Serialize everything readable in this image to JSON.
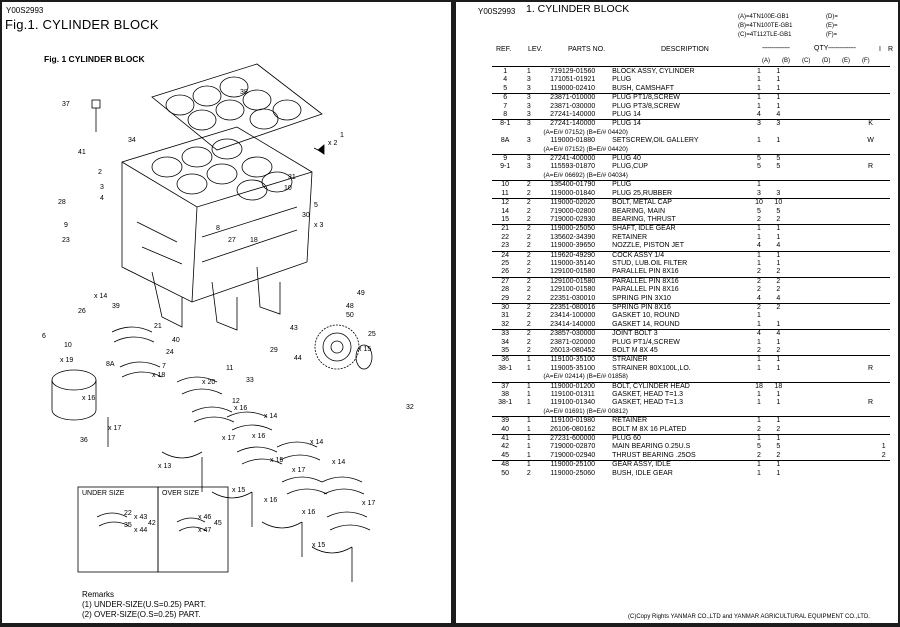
{
  "left": {
    "code": "Y00S2993",
    "title": "Fig.1.  CYLINDER BLOCK",
    "figure_title": "Fig. 1   CYLINDER BLOCK",
    "callouts": [
      "37",
      "38",
      "34",
      "41",
      "2",
      "1",
      "x 2",
      "3",
      "31",
      "10",
      "4",
      "28",
      "5",
      "30",
      "x 3",
      "9",
      "23",
      "8",
      "27",
      "18",
      "6",
      "10",
      "x 19",
      "x 16",
      "x 17",
      "36",
      "x 13",
      "12",
      "x 14",
      "x 15",
      "x 16",
      "x 14",
      "x 17",
      "x 16",
      "x 14",
      "x 15",
      "x 14",
      "39",
      "25",
      "26",
      "21",
      "40",
      "24",
      "32",
      "22",
      "35",
      "43",
      "44",
      "29",
      "33",
      "11",
      "8A",
      "7",
      "x 18",
      "x 20",
      "x 16",
      "x 17",
      "x 15",
      "x 17",
      "x 16",
      "x 15",
      "50",
      "49",
      "48",
      "20"
    ],
    "under_size": {
      "label": "UNDER SIZE",
      "items": [
        "x 43",
        "x 44",
        "42"
      ]
    },
    "over_size": {
      "label": "OVER SIZE",
      "items": [
        "x 46",
        "x 47",
        "45"
      ]
    },
    "remarks": {
      "title": "Remarks",
      "lines": [
        "(1) UNDER-SIZE(U.S=0.25) PART.",
        "(2) OVER-SIZE(O.S=0.25) PART."
      ]
    }
  },
  "right": {
    "code": "Y00S2993",
    "title": "1.  CYLINDER BLOCK",
    "models": [
      "(A)=4TN100E-GB1",
      "(B)=4TN100TE-GB1",
      "(C)=4T112TLE-GB1"
    ],
    "model_blanks": [
      "(D)=",
      "(E)=",
      "(F)="
    ],
    "headers": {
      "ref": "REF.",
      "lev": "LEV.",
      "pno": "PARTS NO.",
      "desc": "DESCRIPTION",
      "qty": "QTY",
      "i": "I",
      "r": "R"
    },
    "qty_cols": [
      "(A)",
      "(B)",
      "(C)",
      "(D)",
      "(E)",
      "(F)"
    ],
    "rows": [
      {
        "ref": "1",
        "lev": "1",
        "pno": "719129-01560",
        "desc": "BLOCK ASSY, CYLINDER",
        "a": "1",
        "b": "1",
        "i": "",
        "r": ""
      },
      {
        "ref": "4",
        "lev": "3",
        "pno": "171051-01921",
        "desc": "PLUG",
        "a": "1",
        "b": "1",
        "i": "",
        "r": ""
      },
      {
        "ref": "5",
        "lev": "3",
        "pno": "119000-02410",
        "desc": "BUSH, CAMSHAFT",
        "a": "1",
        "b": "1",
        "i": "",
        "r": ""
      },
      {
        "ref": "6",
        "lev": "3",
        "pno": "23871-010000",
        "desc": "PLUG PT1/8,SCREW",
        "a": "1",
        "b": "1",
        "i": "",
        "r": "",
        "g": 1
      },
      {
        "ref": "7",
        "lev": "3",
        "pno": "23871-030000",
        "desc": "PLUG PT3/8,SCREW",
        "a": "1",
        "b": "1",
        "i": "",
        "r": ""
      },
      {
        "ref": "8",
        "lev": "3",
        "pno": "27241-140000",
        "desc": "PLUG 14",
        "a": "4",
        "b": "4",
        "i": "",
        "r": ""
      },
      {
        "ref": "8-1",
        "lev": "3",
        "pno": "27241-140000",
        "desc": "PLUG 14",
        "a": "3",
        "b": "3",
        "i": "K",
        "r": "",
        "g": 1
      },
      {
        "note": "(A=E/# 07152)              (B=E/# 04420)"
      },
      {
        "ref": "8A",
        "lev": "3",
        "pno": "119000-01880",
        "desc": "SETSCREW,OIL GALLERY",
        "a": "1",
        "b": "1",
        "i": "W",
        "r": ""
      },
      {
        "note": "(A=E/# 07152)              (B=E/# 04420)"
      },
      {
        "ref": "9",
        "lev": "3",
        "pno": "27241-400000",
        "desc": "PLUG 40",
        "a": "5",
        "b": "5",
        "i": "",
        "r": "",
        "g": 1
      },
      {
        "ref": "9-1",
        "lev": "3",
        "pno": "115593-01870",
        "desc": "PLUG,CUP",
        "a": "5",
        "b": "5",
        "i": "R",
        "r": ""
      },
      {
        "note": "(A=E/# 06692)              (B=E/# 04034)"
      },
      {
        "ref": "10",
        "lev": "2",
        "pno": "135400-01790",
        "desc": "PLUG",
        "a": "1",
        "b": "",
        "i": "",
        "r": "",
        "g": 1
      },
      {
        "ref": "11",
        "lev": "2",
        "pno": "119000-01840",
        "desc": "PLUG 25,RUBBER",
        "a": "3",
        "b": "3",
        "i": "",
        "r": ""
      },
      {
        "ref": "12",
        "lev": "2",
        "pno": "119000-02020",
        "desc": "BOLT, METAL CAP",
        "a": "10",
        "b": "10",
        "i": "",
        "r": "",
        "g": 1
      },
      {
        "ref": "14",
        "lev": "2",
        "pno": "719000-02800",
        "desc": "BEARING, MAIN",
        "a": "5",
        "b": "5",
        "i": "",
        "r": ""
      },
      {
        "ref": "15",
        "lev": "2",
        "pno": "719000-02930",
        "desc": "BEARING, THRUST",
        "a": "2",
        "b": "2",
        "i": "",
        "r": ""
      },
      {
        "ref": "21",
        "lev": "2",
        "pno": "119000-25050",
        "desc": "SHAFT, IDLE GEAR",
        "a": "1",
        "b": "1",
        "i": "",
        "r": "",
        "g": 1
      },
      {
        "ref": "22",
        "lev": "2",
        "pno": "135602-34390",
        "desc": "RETAINER",
        "a": "1",
        "b": "1",
        "i": "",
        "r": ""
      },
      {
        "ref": "23",
        "lev": "2",
        "pno": "119000-39650",
        "desc": "NOZZLE, PISTON JET",
        "a": "4",
        "b": "4",
        "i": "",
        "r": ""
      },
      {
        "ref": "24",
        "lev": "2",
        "pno": "119620-49290",
        "desc": "COCK ASSY 1/4",
        "a": "1",
        "b": "1",
        "i": "",
        "r": "",
        "g": 1
      },
      {
        "ref": "25",
        "lev": "2",
        "pno": "119000-35140",
        "desc": "STUD, LUB.OIL FILTER",
        "a": "1",
        "b": "1",
        "i": "",
        "r": ""
      },
      {
        "ref": "26",
        "lev": "2",
        "pno": "129100-01580",
        "desc": "PARALLEL PIN 8X16",
        "a": "2",
        "b": "2",
        "i": "",
        "r": ""
      },
      {
        "ref": "27",
        "lev": "2",
        "pno": "129100-01580",
        "desc": "PARALLEL PIN 8X16",
        "a": "2",
        "b": "2",
        "i": "",
        "r": "",
        "g": 1
      },
      {
        "ref": "28",
        "lev": "2",
        "pno": "129100-01580",
        "desc": "PARALLEL PIN 8X16",
        "a": "2",
        "b": "2",
        "i": "",
        "r": ""
      },
      {
        "ref": "29",
        "lev": "2",
        "pno": "22351-030010",
        "desc": "SPRING PIN 3X10",
        "a": "4",
        "b": "4",
        "i": "",
        "r": ""
      },
      {
        "ref": "30",
        "lev": "2",
        "pno": "22351-080016",
        "desc": "SPRING PIN 8X16",
        "a": "2",
        "b": "2",
        "i": "",
        "r": "",
        "g": 1
      },
      {
        "ref": "31",
        "lev": "2",
        "pno": "23414-100000",
        "desc": "GASKET 10, ROUND",
        "a": "1",
        "b": "",
        "i": "",
        "r": ""
      },
      {
        "ref": "32",
        "lev": "2",
        "pno": "23414-140000",
        "desc": "GASKET 14, ROUND",
        "a": "1",
        "b": "1",
        "i": "",
        "r": ""
      },
      {
        "ref": "33",
        "lev": "2",
        "pno": "23857-030000",
        "desc": "JOINT BOLT  3",
        "a": "4",
        "b": "4",
        "i": "",
        "r": "",
        "g": 1
      },
      {
        "ref": "34",
        "lev": "2",
        "pno": "23871-020000",
        "desc": "PLUG PT1/4,SCREW",
        "a": "1",
        "b": "1",
        "i": "",
        "r": ""
      },
      {
        "ref": "35",
        "lev": "2",
        "pno": "26013-080452",
        "desc": "BOLT M 8X 45",
        "a": "2",
        "b": "2",
        "i": "",
        "r": ""
      },
      {
        "ref": "36",
        "lev": "1",
        "pno": "119100-35100",
        "desc": "STRAINER",
        "a": "1",
        "b": "1",
        "i": "",
        "r": "",
        "g": 1
      },
      {
        "ref": "38-1",
        "lev": "1",
        "pno": "119005-35100",
        "desc": "STRAINER 80X100L,LO.",
        "a": "1",
        "b": "1",
        "i": "R",
        "r": ""
      },
      {
        "note": "(A=E/# 02414)              (B=E/# 01858)"
      },
      {
        "ref": "37",
        "lev": "1",
        "pno": "119000-01200",
        "desc": "BOLT, CYLINDER HEAD",
        "a": "18",
        "b": "18",
        "i": "",
        "r": "",
        "g": 1
      },
      {
        "ref": "38",
        "lev": "1",
        "pno": "119100-01311",
        "desc": "GASKET, HEAD T=1.3",
        "a": "1",
        "b": "1",
        "i": "",
        "r": ""
      },
      {
        "ref": "38-1",
        "lev": "1",
        "pno": "119100-01340",
        "desc": "GASKET, HEAD T=1.3",
        "a": "1",
        "b": "1",
        "i": "R",
        "r": ""
      },
      {
        "note": "(A=E/# 01691)              (B=E/# 00812)"
      },
      {
        "ref": "39",
        "lev": "1",
        "pno": "119100-01980",
        "desc": "RETAINER",
        "a": "1",
        "b": "1",
        "i": "",
        "r": "",
        "g": 1
      },
      {
        "ref": "40",
        "lev": "1",
        "pno": "26106-080162",
        "desc": "BOLT M 8X 16 PLATED",
        "a": "2",
        "b": "2",
        "i": "",
        "r": ""
      },
      {
        "ref": "41",
        "lev": "1",
        "pno": "27231-600000",
        "desc": "PLUG 60",
        "a": "1",
        "b": "1",
        "i": "",
        "r": "",
        "g": 1
      },
      {
        "ref": "42",
        "lev": "1",
        "pno": "719000-02870",
        "desc": "MAIN BEARING 0.25U.S",
        "a": "5",
        "b": "5",
        "i": "",
        "r": "1"
      },
      {
        "ref": "45",
        "lev": "1",
        "pno": "719000-02940",
        "desc": "THRUST BEARING .25OS",
        "a": "2",
        "b": "2",
        "i": "",
        "r": "2"
      },
      {
        "ref": "48",
        "lev": "1",
        "pno": "119000-25100",
        "desc": "GEAR ASSY, IDLE",
        "a": "1",
        "b": "1",
        "i": "",
        "r": "",
        "g": 1
      },
      {
        "ref": "50",
        "lev": "2",
        "pno": "119000-25060",
        "desc": "BUSH, IDLE GEAR",
        "a": "1",
        "b": "1",
        "i": "",
        "r": ""
      }
    ],
    "copyright": "(C)Copy Rights  YANMAR CO.,LTD and YANMAR AGRICULTURAL EQUIPMENT CO.,LTD."
  }
}
